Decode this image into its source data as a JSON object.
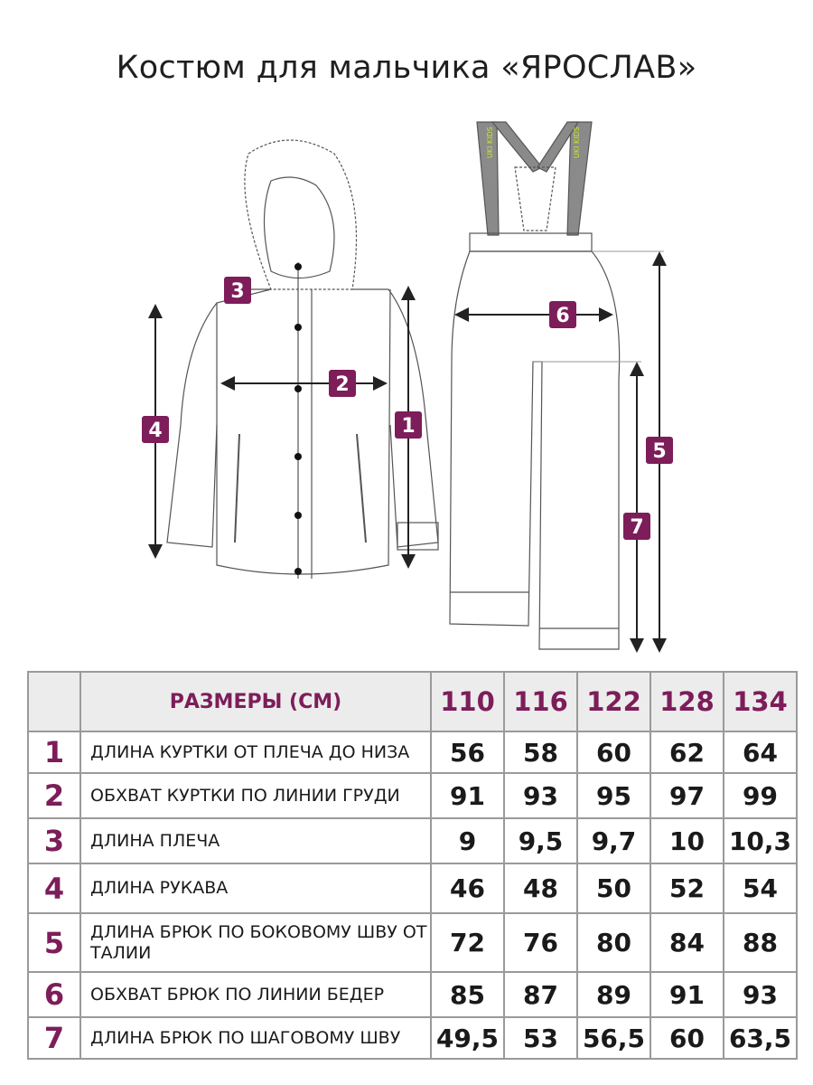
{
  "title": "Костюм для мальчика «ЯРОСЛАВ»",
  "colors": {
    "accent": "#7d1d5a",
    "header_bg": "#ececec",
    "strap": "#8a8a8a",
    "strap_text": "#c8e62a"
  },
  "illustration": {
    "jacket_markers": [
      "3",
      "2",
      "4",
      "1"
    ],
    "pants_markers": [
      "6",
      "5",
      "7"
    ],
    "strap_logo": "UKI KIDS"
  },
  "table": {
    "header_label": "РАЗМЕРЫ (СМ)",
    "sizes": [
      "110",
      "116",
      "122",
      "128",
      "134"
    ],
    "rows": [
      {
        "num": "1",
        "label": "ДЛИНА КУРТКИ ОТ ПЛЕЧА ДО НИЗА",
        "values": [
          "56",
          "58",
          "60",
          "62",
          "64"
        ]
      },
      {
        "num": "2",
        "label": "ОБХВАТ КУРТКИ ПО ЛИНИИ ГРУДИ",
        "values": [
          "91",
          "93",
          "95",
          "97",
          "99"
        ]
      },
      {
        "num": "3",
        "label": "ДЛИНА ПЛЕЧА",
        "values": [
          "9",
          "9,5",
          "9,7",
          "10",
          "10,3"
        ]
      },
      {
        "num": "4",
        "label": "ДЛИНА РУКАВА",
        "values": [
          "46",
          "48",
          "50",
          "52",
          "54"
        ]
      },
      {
        "num": "5",
        "label": "ДЛИНА БРЮК ПО БОКОВОМУ ШВУ ОТ ТАЛИИ",
        "values": [
          "72",
          "76",
          "80",
          "84",
          "88"
        ]
      },
      {
        "num": "6",
        "label": "ОБХВАТ БРЮК ПО ЛИНИИ БЕДЕР",
        "values": [
          "85",
          "87",
          "89",
          "91",
          "93"
        ]
      },
      {
        "num": "7",
        "label": "ДЛИНА БРЮК ПО ШАГОВОМУ ШВУ",
        "values": [
          "49,5",
          "53",
          "56,5",
          "60",
          "63,5"
        ]
      }
    ]
  }
}
